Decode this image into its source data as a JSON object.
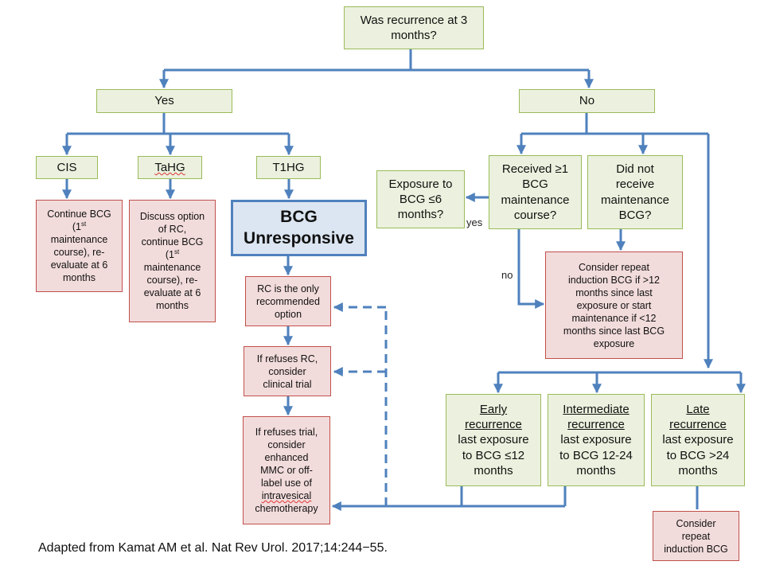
{
  "colors": {
    "connector": "#4f81bd",
    "green_fill": "#ebf1de",
    "green_border": "#9bbb59",
    "red_fill": "#f2dcdb",
    "red_border": "#c0504d",
    "blue_fill": "#dce6f2"
  },
  "nodes": {
    "q_recurrence": "Was recurrence at 3\nmonths?",
    "yes": "Yes",
    "no": "No",
    "cis": "CIS",
    "tahg": "TaHG",
    "t1hg": "T1HG",
    "bcg_unresponsive": "BCG\nUnresponsive",
    "exposure_bcg": "Exposure to\nBCG ≤6\nmonths?",
    "received_maintenance": "Received ≥1\nBCG\nmaintenance\ncourse?",
    "did_not_receive": "Did not\nreceive\nmaintenance\nBCG?",
    "continue_bcg_pre": "Continue BCG\n(1",
    "continue_bcg_sup": "st",
    "continue_bcg_post": "\nmaintenance\ncourse), re-\nevaluate at 6\nmonths",
    "discuss_rc_pre": "Discuss option\nof RC,\ncontinue BCG\n(1",
    "discuss_rc_sup": "st",
    "discuss_rc_post": "\nmaintenance\ncourse), re-\nevaluate at 6\nmonths",
    "rc_only": "RC is the only\nrecommended\noption",
    "refuses_rc": "If refuses RC,\nconsider\nclinical trial",
    "refuses_trial_pre": "If refuses trial,\nconsider\nenhanced\nMMC or off-\nlabel use of\n",
    "refuses_trial_wavy": "intravesical",
    "refuses_trial_post": "\nchemotherapy",
    "consider_repeat_induction": "Consider repeat\ninduction BCG if >12\nmonths since last\nexposure or start\nmaintenance if <12\nmonths since last BCG\nexposure",
    "early_title": "Early\nrecurrence",
    "early_body": "last exposure\nto BCG ≤12\nmonths",
    "intermediate_title": "Intermediate\nrecurrence",
    "intermediate_body": "last exposure\nto BCG 12-24\nmonths",
    "late_title": "Late\nrecurrence",
    "late_body": "last exposure\nto BCG >24\nmonths",
    "late_action": "Consider\nrepeat\ninduction BCG"
  },
  "edge_labels": {
    "yes_label": "yes",
    "no_label": "no"
  },
  "footnote": "Adapted from Kamat AM et al. Nat Rev Urol. 2017;14:244−55."
}
